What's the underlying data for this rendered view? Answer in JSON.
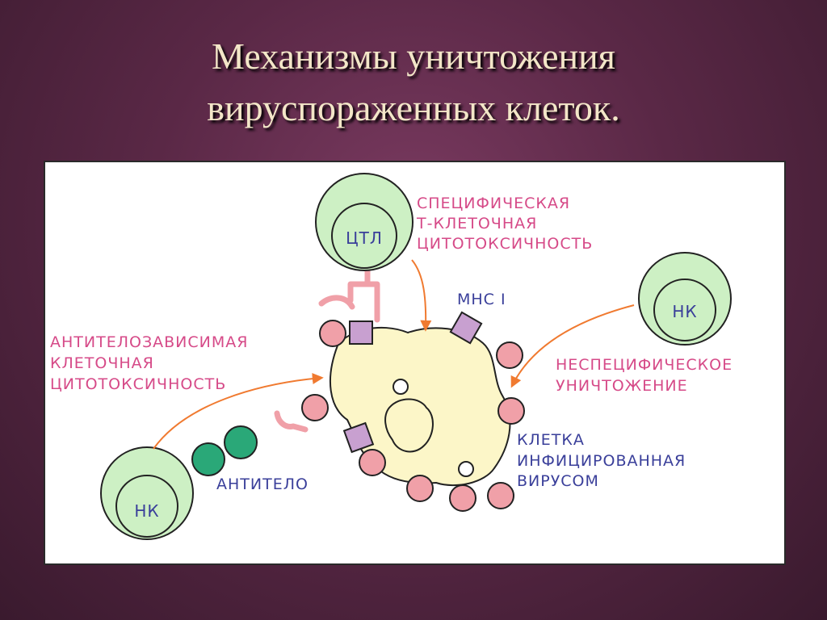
{
  "slide": {
    "title_line1": "Механизмы уничтожения",
    "title_line2": "вируспораженных клеток."
  },
  "diagram": {
    "ctl_label": "ЦТЛ",
    "nk_top_label": "НК",
    "nk_bottom_label": "НК",
    "specific": [
      "СПЕЦИФИЧЕСКАЯ",
      "Т-КЛЕТОЧНАЯ",
      "ЦИТОТОКСИЧНОСТЬ"
    ],
    "mhc_label": "МНС I",
    "adcc": [
      "АНТИТЕЛОЗАВИСИМАЯ",
      "КЛЕТОЧНАЯ",
      "ЦИТОТОКСИЧНОСТЬ"
    ],
    "nonspecific": [
      "НЕСПЕЦИФИЧЕСКОЕ",
      "УНИЧТОЖЕНИЕ"
    ],
    "infected": [
      "КЛЕТКА",
      "ИНФИЦИРОВАННАЯ",
      "ВИРУСОМ"
    ],
    "antibody_label": "АНТИТЕЛО",
    "colors": {
      "cell_green": "#cdf0c4",
      "infected_yellow": "#fcf6c8",
      "receptor_pink": "#f0a0a8",
      "mhc_purple": "#c8a0d0",
      "antibody_green": "#2aa878",
      "arrow_orange": "#f07a30",
      "text_pink": "#d64a88",
      "text_blue": "#3a3f9a"
    }
  }
}
